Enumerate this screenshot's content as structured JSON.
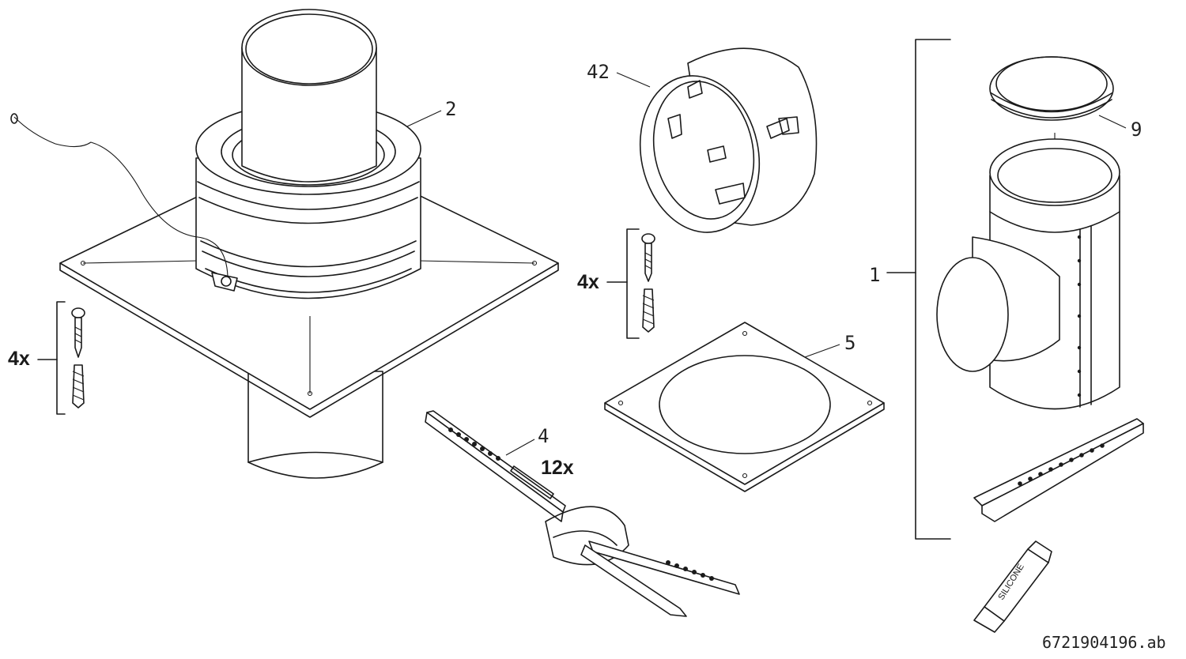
{
  "labels": {
    "part_2": "2",
    "part_42": "42",
    "part_9": "9",
    "part_1": "1",
    "part_5": "5",
    "part_4": "4"
  },
  "quantities": {
    "screws_left": "4x",
    "screws_middle": "4x",
    "clamps": "12x"
  },
  "tube_text": "SILICONE",
  "document_id": "6721904196.ab"
}
